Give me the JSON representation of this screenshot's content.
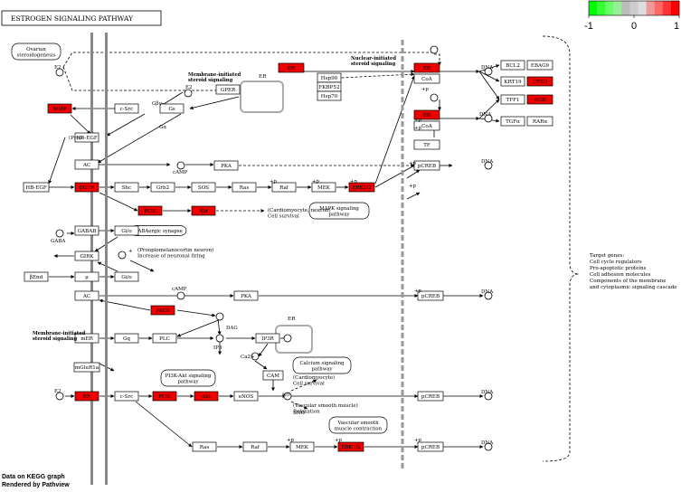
{
  "title": "ESTROGEN SIGNALING PATHWAY",
  "legend": {
    "labels": [
      "-1",
      "0",
      "1"
    ],
    "colors": [
      "#00ff00",
      "#33ff33",
      "#66ff66",
      "#99ee99",
      "#bbbbbb",
      "#cccccc",
      "#dddddd",
      "#ee9999",
      "#ff6666",
      "#ff3333",
      "#ff0000"
    ]
  },
  "colors": {
    "up": "#ee0000",
    "box": "#ffffff",
    "line": "#000000",
    "membrane": "#888888"
  },
  "footer": [
    "Data on KEGG graph",
    "Rendered by Pathview"
  ],
  "nodes": [
    {
      "id": "er1",
      "label": "ER",
      "hl": true
    },
    {
      "id": "er2",
      "label": "ER",
      "hl": true
    },
    {
      "id": "coa1",
      "label": "CoA",
      "hl": false
    },
    {
      "id": "er3",
      "label": "ER",
      "hl": true
    },
    {
      "id": "coa2",
      "label": "CoA",
      "hl": false
    },
    {
      "id": "tf",
      "label": "TF",
      "hl": false
    },
    {
      "id": "hsp90",
      "label": "Hsp90",
      "hl": false
    },
    {
      "id": "fkbp52",
      "label": "FKBP52",
      "hl": false
    },
    {
      "id": "hsp70",
      "label": "Hsp70",
      "hl": false
    },
    {
      "id": "bcl2",
      "label": "BCL2",
      "hl": false
    },
    {
      "id": "ebag9",
      "label": "EBAG9",
      "hl": false
    },
    {
      "id": "krt19",
      "label": "KRT19",
      "hl": false
    },
    {
      "id": "ctsd",
      "label": "CTSD",
      "hl": true
    },
    {
      "id": "tff1",
      "label": "TFF1",
      "hl": false
    },
    {
      "id": "pgr",
      "label": "PGR",
      "hl": true
    },
    {
      "id": "tgfa",
      "label": "TGFα",
      "hl": false
    },
    {
      "id": "rara",
      "label": "RARα",
      "hl": false
    },
    {
      "id": "gper",
      "label": "GPER",
      "hl": false
    },
    {
      "id": "csrc1",
      "label": "c-Src",
      "hl": false
    },
    {
      "id": "gs",
      "label": "Gs",
      "hl": false
    },
    {
      "id": "mmp",
      "label": "MMP",
      "hl": true
    },
    {
      "id": "hbegf1",
      "label": "HB-EGF",
      "hl": false
    },
    {
      "id": "ac1",
      "label": "AC",
      "hl": false
    },
    {
      "id": "pka1",
      "label": "PKA",
      "hl": false
    },
    {
      "id": "pcreb1",
      "label": "pCREB",
      "hl": false
    },
    {
      "id": "hbegf2",
      "label": "HB-EGF",
      "hl": false
    },
    {
      "id": "egfr",
      "label": "EGFR",
      "hl": true
    },
    {
      "id": "shc",
      "label": "Shc",
      "hl": false
    },
    {
      "id": "grb2",
      "label": "Grb2",
      "hl": false
    },
    {
      "id": "sos",
      "label": "SOS",
      "hl": false
    },
    {
      "id": "ras1",
      "label": "Ras",
      "hl": false
    },
    {
      "id": "raf1",
      "label": "Raf",
      "hl": false
    },
    {
      "id": "mek1",
      "label": "MEK",
      "hl": false
    },
    {
      "id": "erk1",
      "label": "ERK1/2",
      "hl": true
    },
    {
      "id": "pi3k1",
      "label": "PI3K",
      "hl": true
    },
    {
      "id": "akt1",
      "label": "Akt",
      "hl": true
    },
    {
      "id": "gabab",
      "label": "GABAB",
      "hl": false
    },
    {
      "id": "gio1",
      "label": "Gi/o",
      "hl": false
    },
    {
      "id": "girk",
      "label": "GIRK",
      "hl": false
    },
    {
      "id": "bend",
      "label": "βEnd",
      "hl": false
    },
    {
      "id": "mu",
      "label": "μ",
      "hl": false
    },
    {
      "id": "gio2",
      "label": "Gi/o",
      "hl": false
    },
    {
      "id": "ac2",
      "label": "AC",
      "hl": false
    },
    {
      "id": "pka2",
      "label": "PKA",
      "hl": false
    },
    {
      "id": "pcreb2",
      "label": "pCREB",
      "hl": false
    },
    {
      "id": "pkcd",
      "label": "PKCδ",
      "hl": true
    },
    {
      "id": "mer",
      "label": "mER",
      "hl": false
    },
    {
      "id": "gq",
      "label": "Gq",
      "hl": false
    },
    {
      "id": "plc",
      "label": "PLC",
      "hl": false
    },
    {
      "id": "ip3r",
      "label": "IP3R",
      "hl": false
    },
    {
      "id": "mglur",
      "label": "mGluR1a",
      "hl": false
    },
    {
      "id": "cam",
      "label": "CAM",
      "hl": false
    },
    {
      "id": "er4",
      "label": "ER",
      "hl": true
    },
    {
      "id": "csrc2",
      "label": "c-Src",
      "hl": false
    },
    {
      "id": "pi3k2",
      "label": "PI3K",
      "hl": true
    },
    {
      "id": "akt2",
      "label": "Akt",
      "hl": true
    },
    {
      "id": "enos",
      "label": "eNOS",
      "hl": false
    },
    {
      "id": "pcreb3",
      "label": "pCREB",
      "hl": false
    },
    {
      "id": "ras2",
      "label": "Ras",
      "hl": false
    },
    {
      "id": "raf2",
      "label": "Raf",
      "hl": false
    },
    {
      "id": "mek2",
      "label": "MEK",
      "hl": false
    },
    {
      "id": "erk2",
      "label": "ERK1/2",
      "hl": true
    },
    {
      "id": "pcreb4",
      "label": "pCREB",
      "hl": false
    }
  ],
  "maps": [
    {
      "id": "ovarian",
      "label": [
        "Ovarian",
        "steroidogenesis"
      ]
    },
    {
      "id": "mapk",
      "label": [
        "MAPK signaling",
        "pathway"
      ]
    },
    {
      "id": "gabaergic",
      "label": [
        "GABAergic synapse"
      ]
    },
    {
      "id": "pi3kakt",
      "label": [
        "PI3K-Akt signaling",
        "pathway"
      ]
    },
    {
      "id": "calcium",
      "label": [
        "Calcium signaling",
        "pathway"
      ]
    },
    {
      "id": "vascular",
      "label": [
        "Vascular smooth",
        "muscle contraction"
      ]
    }
  ],
  "labels": {
    "membrane_initiated_top": [
      "Membrane-initiated",
      "steroid signaling"
    ],
    "nuclear_initiated": [
      "Nuclear-initiated",
      "steroid signaling"
    ],
    "membrane_initiated_bottom": [
      "Membrane-initiated",
      "steroid signaling"
    ],
    "er_top": "ER",
    "er_mid": "ER",
    "e2": "E2",
    "gby": "Gβγ",
    "gas": "Gα",
    "pro_hbegf": "(Pro)-",
    "camp": "cAMP",
    "gaba": "GABA",
    "dna": "DNA",
    "plus_p": "+p",
    "dag": "DAG",
    "ip3": "IP3",
    "ca": "Ca2+",
    "no": "NO",
    "sno": "SNO",
    "plus": "+",
    "card_neuron": [
      "(Cardiomyocyte, neuron)",
      "Cell survival"
    ],
    "pomc_neuron": [
      "(Proopiomelanocortin neuron)",
      "Increase of neuronal firing"
    ],
    "card_survival": [
      "(Cardiomyocyte)",
      "Cell survival"
    ],
    "vsm_relax": [
      "(Vascular smooth muscle)",
      "Relaxation"
    ],
    "target_genes": [
      "Target genes:",
      "Cell cycle regulators",
      "Pro-apoptotic proteins",
      "Cell adhesion molecules",
      "Components of the membrane",
      "and cytoplasmic signaling cascade"
    ]
  }
}
